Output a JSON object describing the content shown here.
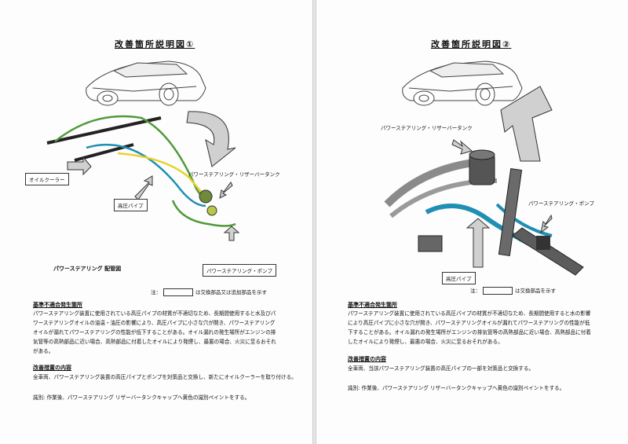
{
  "pages": [
    {
      "title": "改善箇所説明図①",
      "labels": {
        "oil_cooler": "オイルクーラー",
        "high_pressure_pipe": "高圧パイプ",
        "reservoir_tank": "パワーステアリング・リザーバータンク",
        "pump": "パワーステアリング・ポンプ"
      },
      "caption": "パワーステアリング 配管図",
      "note": "は交換部品又は追加部品を示す",
      "note_prefix": "注：",
      "defect_heading": "基準不適合発生箇所",
      "defect_lines": [
        "パワーステアリング装置に使用されている高圧パイプの材質が不適切なため、長期間使用すると水及びパ",
        "ワーステアリングオイルの油温・油圧の影響により、高圧パイプに小さな穴が開き、パワーステアリング",
        "オイルが漏れてパワーステアリングの性能が低下することがある。オイル漏れの発生場所がエンジンの排",
        "気管等の高熱部品に近い場合、高熱部品に付着したオイルにより発煙し、最悪の場合、火災に至るおそれ",
        "がある。"
      ],
      "remedy_heading": "改善措置の内容",
      "remedy_lines": [
        "全車両、パワーステアリング装置の高圧パイプとポンプを対策品と交換し、新たにオイルクーラーを取り付ける。"
      ],
      "marking": "識別: 作業後、パワーステアリング リザーバータンクキャップへ黄色の識別ペイントをする。"
    },
    {
      "title": "改善箇所説明図②",
      "labels": {
        "reservoir_tank": "パワーステアリング・リザーバータンク",
        "pump": "パワーステアリング・ポンプ",
        "high_pressure_pipe": "高圧パイプ"
      },
      "note": "は交換部品を示す",
      "note_prefix": "注：",
      "defect_heading": "基準不適合発生箇所",
      "defect_lines": [
        "パワーステアリング装置に使用されている高圧パイプの材質が不適切なため、長期間使用すると水の影響",
        "により高圧パイプに小さな穴が開き、パワーステアリングオイルが漏れてパワーステアリングの性能が低",
        "下することがある。オイル漏れの発生場所がエンジンの排気管等の高熱部品に近い場合、高熱部品に付着",
        "したオイルにより発煙し、最悪の場合、火災に至るおそれがある。"
      ],
      "remedy_heading": "改善措置の内容",
      "remedy_lines": [
        "全車両、当該パワーステアリング装置の高圧パイプの一部を対策品と交換する。"
      ],
      "marking": "識別: 作業後、パワーステアリング リザーバータンクキャップへ黄色の識別ペイントをする。"
    }
  ],
  "colors": {
    "pipe_blue": "#1f8fb3",
    "pipe_green": "#4f9a3a",
    "pipe_yellow": "#e8d22e",
    "arrow_gray": "#bdbdbd"
  }
}
